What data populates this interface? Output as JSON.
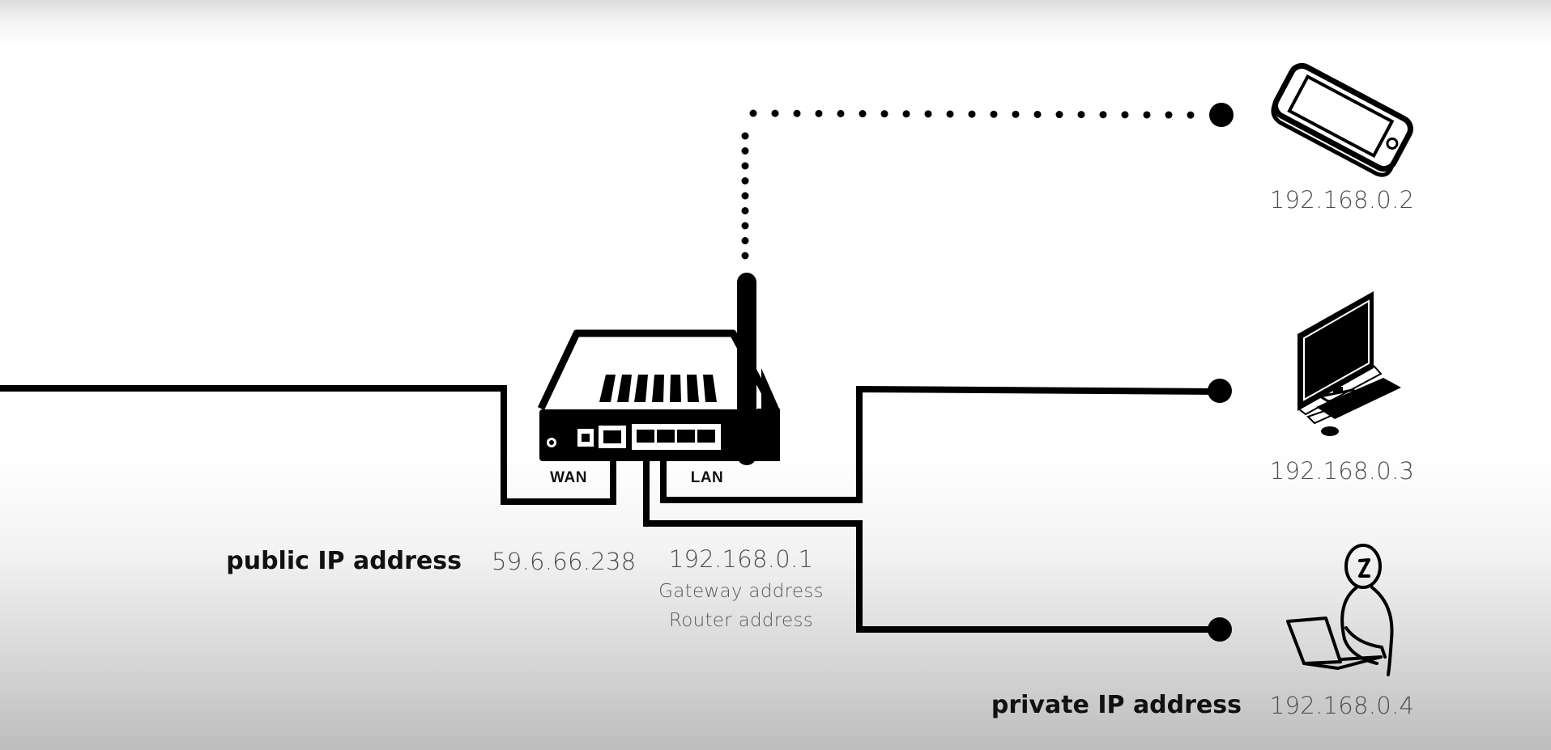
{
  "router": {
    "wan_label": "WAN",
    "lan_label": "LAN",
    "public_ip": "59.6.66.238",
    "lan_ip": "192.168.0.1",
    "lan_sub1": "Gateway address",
    "lan_sub2": "Router address"
  },
  "labels": {
    "public": "public IP address",
    "private": "private IP address"
  },
  "devices": [
    {
      "icon": "smartphone-icon",
      "ip": "192.168.0.2",
      "link": "wireless"
    },
    {
      "icon": "desktop-computer-icon",
      "ip": "192.168.0.3",
      "link": "wired"
    },
    {
      "icon": "laptop-user-icon",
      "ip": "192.168.0.4",
      "link": "wired"
    }
  ],
  "colors": {
    "line": "#000000",
    "text": "#4d4d4d"
  }
}
